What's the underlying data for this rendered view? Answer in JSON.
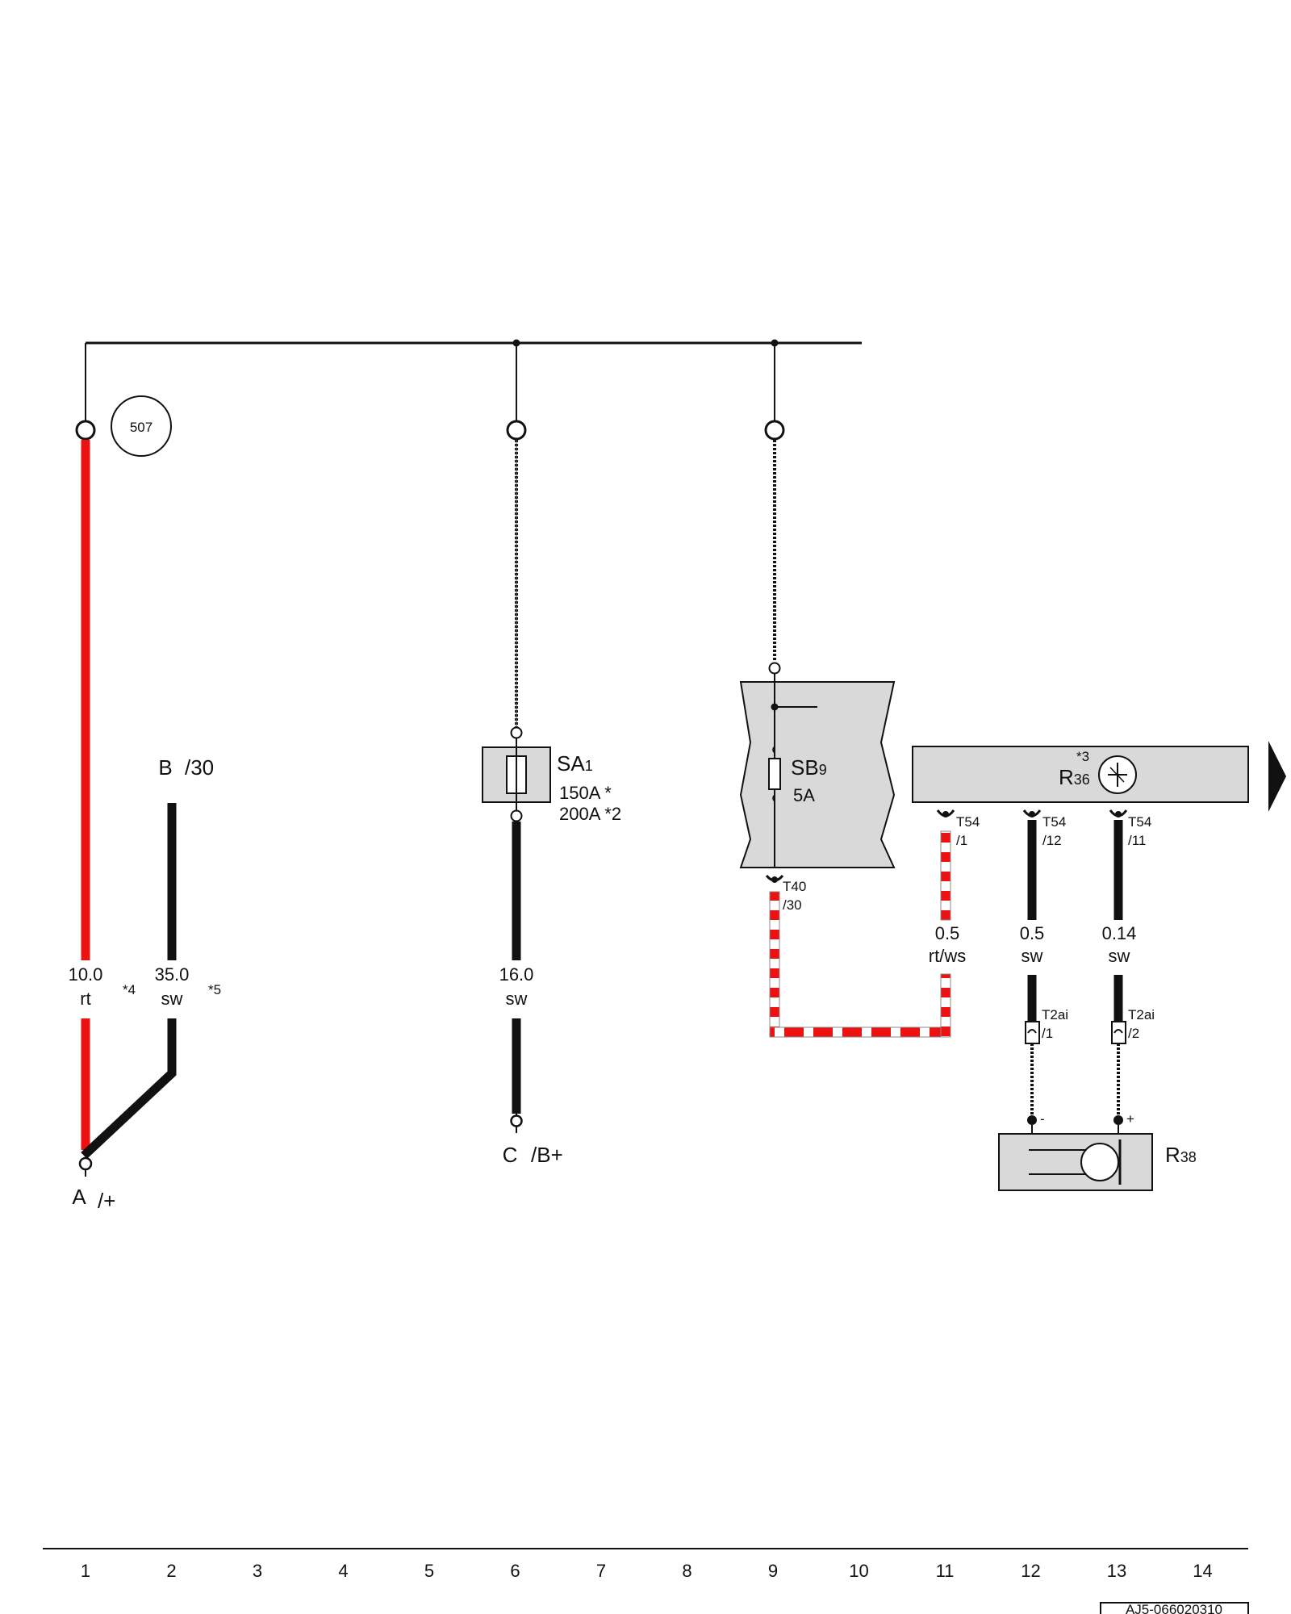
{
  "connections": {
    "a": {
      "letter": "A",
      "terminal": "/+"
    },
    "b": {
      "letter": "B",
      "terminal": "/30"
    },
    "c": {
      "letter": "C",
      "terminal": "/B+"
    }
  },
  "reference_circle": "507",
  "wires": [
    {
      "gauge": "10.0",
      "color": "rt",
      "note": "*4"
    },
    {
      "gauge": "35.0",
      "color": "sw",
      "note": "*5"
    },
    {
      "gauge": "16.0",
      "color": "sw"
    },
    {
      "gauge": "0.5",
      "color": "rt/ws"
    },
    {
      "gauge": "0.5",
      "color": "sw"
    },
    {
      "gauge": "0.14",
      "color": "sw"
    }
  ],
  "components": {
    "sa1": {
      "name": "SA",
      "sub": "1",
      "ratings": [
        "150A *",
        "200A *2"
      ]
    },
    "sb9": {
      "name": "SB",
      "sub": "9",
      "rating": "5A"
    },
    "r36": {
      "name": "R",
      "sub": "36",
      "note": "*3"
    },
    "r38": {
      "name": "R",
      "sub": "38"
    }
  },
  "connectors": {
    "t40": {
      "id": "T40",
      "pin": "/30"
    },
    "t54_1": {
      "id": "T54",
      "pin": "/1"
    },
    "t54_12": {
      "id": "T54",
      "pin": "/12"
    },
    "t54_11": {
      "id": "T54",
      "pin": "/11"
    },
    "t2ai_1": {
      "id": "T2ai",
      "pin": "/1"
    },
    "t2ai_2": {
      "id": "T2ai",
      "pin": "/2"
    }
  },
  "polarity": {
    "minus": "-",
    "plus": "+"
  },
  "column_numbers": [
    "1",
    "2",
    "3",
    "4",
    "5",
    "6",
    "7",
    "8",
    "9",
    "10",
    "11",
    "12",
    "13",
    "14"
  ],
  "diagram_id": "AJ5-066020310",
  "colors": {
    "red": "#ee1111",
    "black": "#111111",
    "component_fill": "#d9d9d9",
    "background": "#ffffff"
  }
}
